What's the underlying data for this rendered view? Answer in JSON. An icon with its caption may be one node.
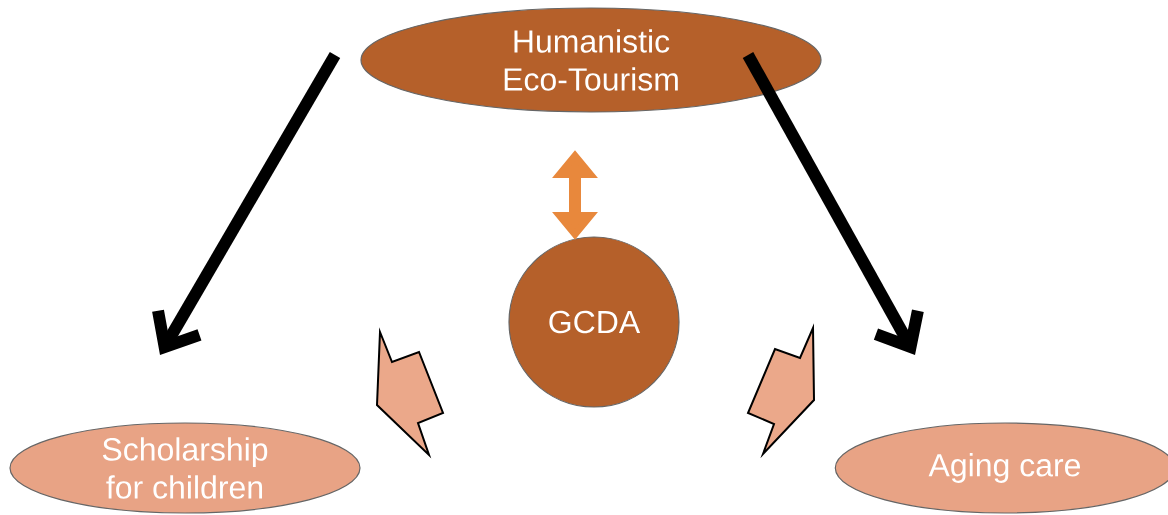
{
  "diagram": {
    "nodes": [
      {
        "text": [
          "Humanistic Eco-Tourism"
        ]
      },
      {
        "text": [
          "GCDA"
        ]
      },
      {
        "text": [
          "Scholarship for children"
        ]
      },
      {
        "text": [
          "Aging care"
        ]
      }
    ],
    "edges": [
      {
        "from": 0,
        "to": 2,
        "arrow": "to"
      },
      {
        "from": 0,
        "to": 3,
        "arrow": "to"
      },
      {
        "from": 0,
        "to": 1,
        "arrow": "both",
        "color": "#e8883c"
      },
      {
        "from": 1,
        "to": 2,
        "arrow": "to",
        "color": "#eba88a"
      },
      {
        "from": 1,
        "to": 3,
        "arrow": "to",
        "color": "#eba88a"
      }
    ]
  }
}
